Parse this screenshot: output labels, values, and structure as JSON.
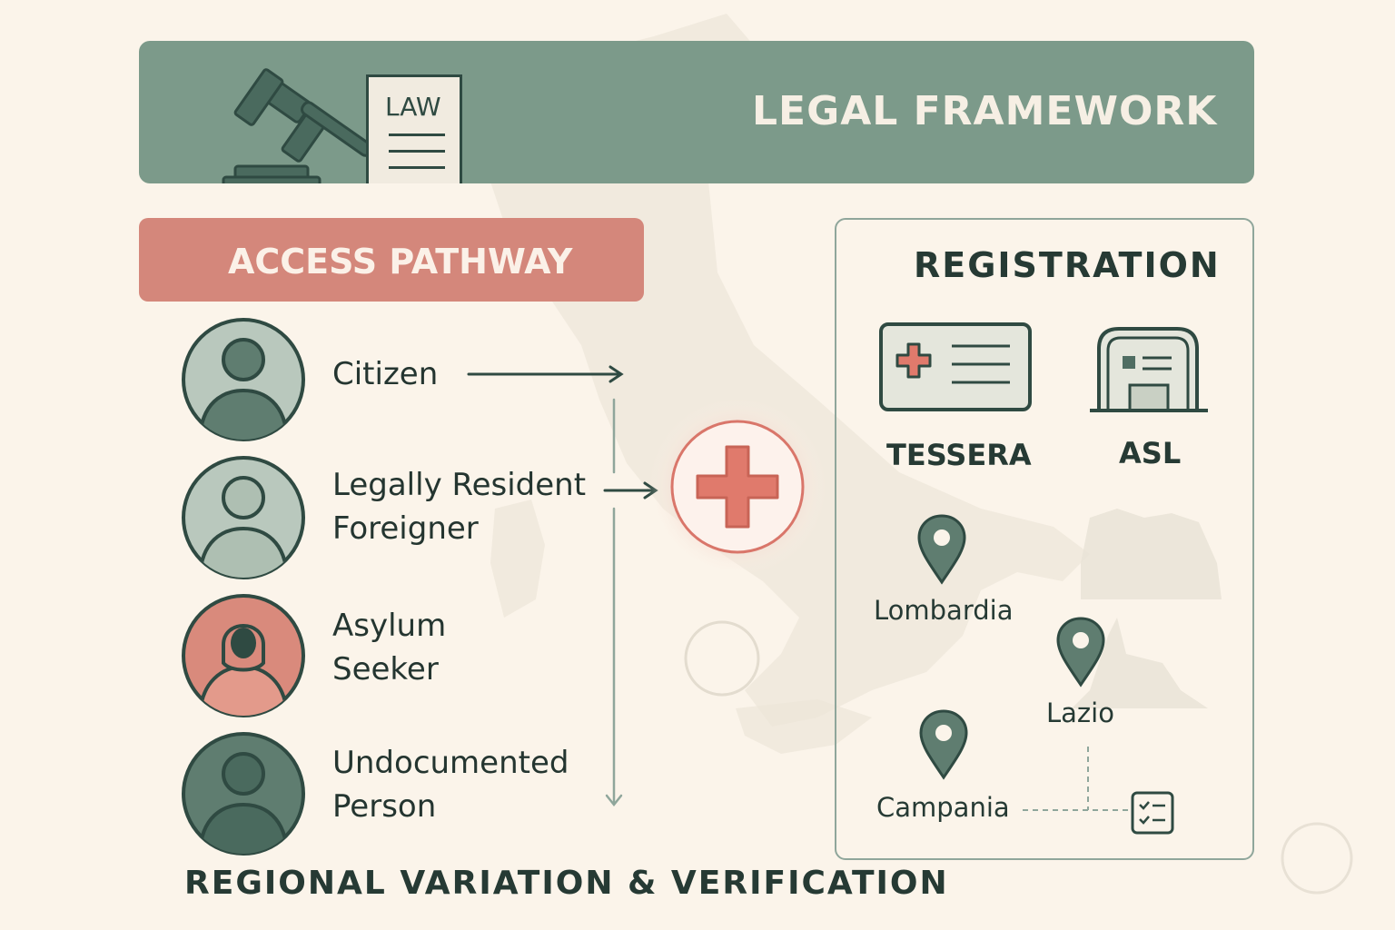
{
  "header": {
    "title": "LEGAL FRAMEWORK",
    "document_label": "LAW"
  },
  "access_pathway": {
    "title": "ACCESS PATHWAY",
    "categories": [
      {
        "label": "Citizen",
        "icon": "person-icon",
        "color": "#b9c8bd"
      },
      {
        "label": "Legally Resident\nForeigner",
        "icon": "person-icon",
        "color": "#b9c8bd"
      },
      {
        "label": "Asylum\nSeeker",
        "icon": "hijab-person-icon",
        "color": "#d98a7c"
      },
      {
        "label": "Undocumented\nPerson",
        "icon": "person-icon",
        "color": "#5f7d70"
      }
    ]
  },
  "center": {
    "icon": "red-cross-icon",
    "color": "#e07a6c"
  },
  "registration": {
    "title": "REGISTRATION",
    "items": [
      {
        "label": "TESSERA",
        "icon": "health-card-icon"
      },
      {
        "label": "ASL",
        "icon": "health-office-icon"
      }
    ],
    "regions": [
      {
        "label": "Lombardia",
        "icon": "map-pin-icon"
      },
      {
        "label": "Lazio",
        "icon": "map-pin-icon"
      },
      {
        "label": "Campania",
        "icon": "map-pin-icon"
      }
    ],
    "checklist_icon": "checklist-icon"
  },
  "footer": {
    "text": "REGIONAL VARIATION & VERIFICATION"
  },
  "colors": {
    "background": "#fbf4ea",
    "header": "#7c9a8a",
    "access_pill": "#d4877b",
    "dark_green": "#4f6d62",
    "accent_red": "#e07a6c"
  }
}
